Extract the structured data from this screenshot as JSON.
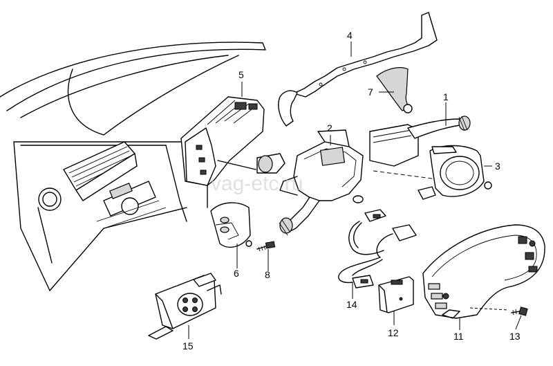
{
  "watermark": "vag-etc.ru",
  "callouts": {
    "c1": "1",
    "c2": "2",
    "c3": "3",
    "c4": "4",
    "c5": "5",
    "c6": "6",
    "c7": "7",
    "c8": "8",
    "c11": "11",
    "c12": "12",
    "c13": "13",
    "c14": "14",
    "c15": "15"
  }
}
